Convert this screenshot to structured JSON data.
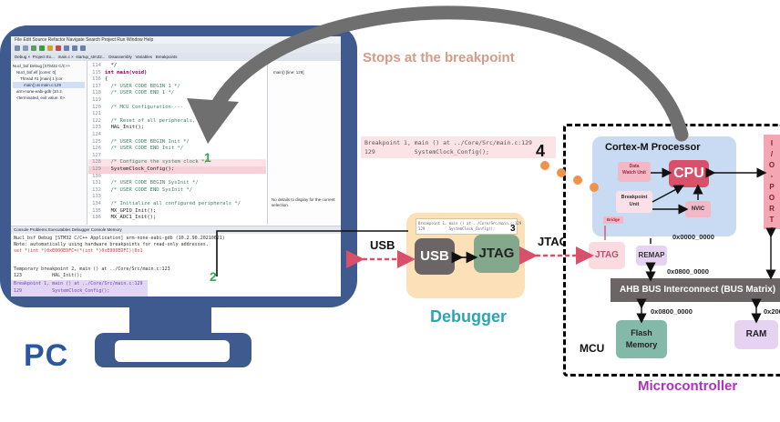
{
  "pc_label": "PC",
  "stops_label": "Stops at the breakpoint",
  "ide": {
    "menu": "File  Edit  Source  Refactor  Navigate  Search  Project  Run  Window  Help",
    "tabs": "Debug ×  Project Ex...   main.c ×  startup_stm32...   Disassembly   Variables   Breakpoints",
    "debug_tree": [
      "Nucl_bsf Debug [STM32 C/C++",
      "Nucl_bsf.elf [cores: 0]",
      "Thread #1 [main] 1 [cor",
      "main() at main.c:129",
      "arm-none-eabi-gdb (10.2.",
      "<terminated, exit value: 0>"
    ],
    "code_lines": [
      {
        "n": "114",
        "t": "  */"
      },
      {
        "n": "115",
        "t": "int main(void)"
      },
      {
        "n": "116",
        "t": "{"
      },
      {
        "n": "117",
        "t": "  /* USER CODE BEGIN 1 */"
      },
      {
        "n": "118",
        "t": "  /* USER CODE END 1 */"
      },
      {
        "n": "119",
        "t": ""
      },
      {
        "n": "120",
        "t": "  /* MCU Configuration----"
      },
      {
        "n": "121",
        "t": ""
      },
      {
        "n": "122",
        "t": "  /* Reset of all peripherals, Ini"
      },
      {
        "n": "123",
        "t": "  HAL_Init();"
      },
      {
        "n": "124",
        "t": ""
      },
      {
        "n": "125",
        "t": "  /* USER CODE BEGIN Init */"
      },
      {
        "n": "126",
        "t": "  /* USER CODE END Init */"
      },
      {
        "n": "127",
        "t": ""
      },
      {
        "n": "128",
        "t": "  /* Configure the system clock */"
      },
      {
        "n": "129",
        "t": "  SystemClock_Config();"
      },
      {
        "n": "130",
        "t": ""
      },
      {
        "n": "131",
        "t": "  /* USER CODE BEGIN SysInit */"
      },
      {
        "n": "132",
        "t": "  /* USER CODE END SysInit */"
      },
      {
        "n": "133",
        "t": ""
      },
      {
        "n": "134",
        "t": "  /* Initialize all configured peripherals */"
      },
      {
        "n": "135",
        "t": "  MX_GPIO_Init();"
      },
      {
        "n": "136",
        "t": "  MX_ADC1_Init();"
      }
    ],
    "var_header": "main() [line: 129]",
    "var_note": "No details to display for the current selection.",
    "console_tabs": "Console  Problems  Executables  Debugger Console  Memory",
    "console_lines": [
      "Nucl_bsf Debug [STM32 C/C++ Application] arm-none-eabi-gdb (10.2.90.20210621)",
      "Note: automatically using hardware breakpoints for read-only addresses.",
      "set *(int *)0xE000EDFC=(*(int *)0xE000EDFC)|0x1"
    ],
    "temp_bp": "Temporary breakpoint 2, main () at ../Core/Src/main.c:123",
    "temp_bp2": "123           HAL_Init();",
    "bp1": "Breakpoint 1, main () at ../Core/Src/main.c:129",
    "bp2": "129           SystemClock_Config();"
  },
  "step_numbers": {
    "one": "1",
    "two": "2",
    "three": "3",
    "four": "4"
  },
  "debugger": {
    "label": "Debugger",
    "usb": "USB",
    "jtag": "JTAG",
    "mini1": "Breakpoint 1, main () at ../Core/Src/main.c:129",
    "mini2": "129           SystemClock_Config();"
  },
  "connections": {
    "usb": "USB",
    "jtag": "JTAG"
  },
  "breakpoint_box": {
    "line1": "Breakpoint 1, main () at ../Core/Src/main.c:129",
    "line2": "129           SystemClock_Config();"
  },
  "mcu": {
    "cortex_title": "Cortex-M Processor",
    "cpu": "CPU",
    "dwu": "Data\nWatch Unit",
    "bpu": "Breakpoint\nUnit",
    "nvic": "NVIC",
    "bridge": "Bridge",
    "io_ports": "I\n/\nO\n-\nP\nO\nR\nT\nS",
    "jtag": "JTAG",
    "remap": "REMAP",
    "addr_remap": "0x0000_0000",
    "addr_ahb": "0x0800_0000",
    "ahb": "AHB BUS Interconnect (BUS Matrix)",
    "addr_flash": "0x0800_0000",
    "addr_ram": "0x200",
    "flash": "Flash\nMemory",
    "ram": "RAM",
    "mcu_word": "MCU",
    "label": "Microcontroller"
  },
  "colors": {
    "monitor": "#3e5a8e",
    "pc_label": "#29589f",
    "debugger_bg": "#fbe0b8",
    "debugger_label": "#2fa3b3",
    "cpu": "#d9506a",
    "microcontroller_label": "#b12fc2",
    "dashed_arrow": "#d9506a",
    "dots": "#f2914a",
    "number_green": "#34a853"
  }
}
